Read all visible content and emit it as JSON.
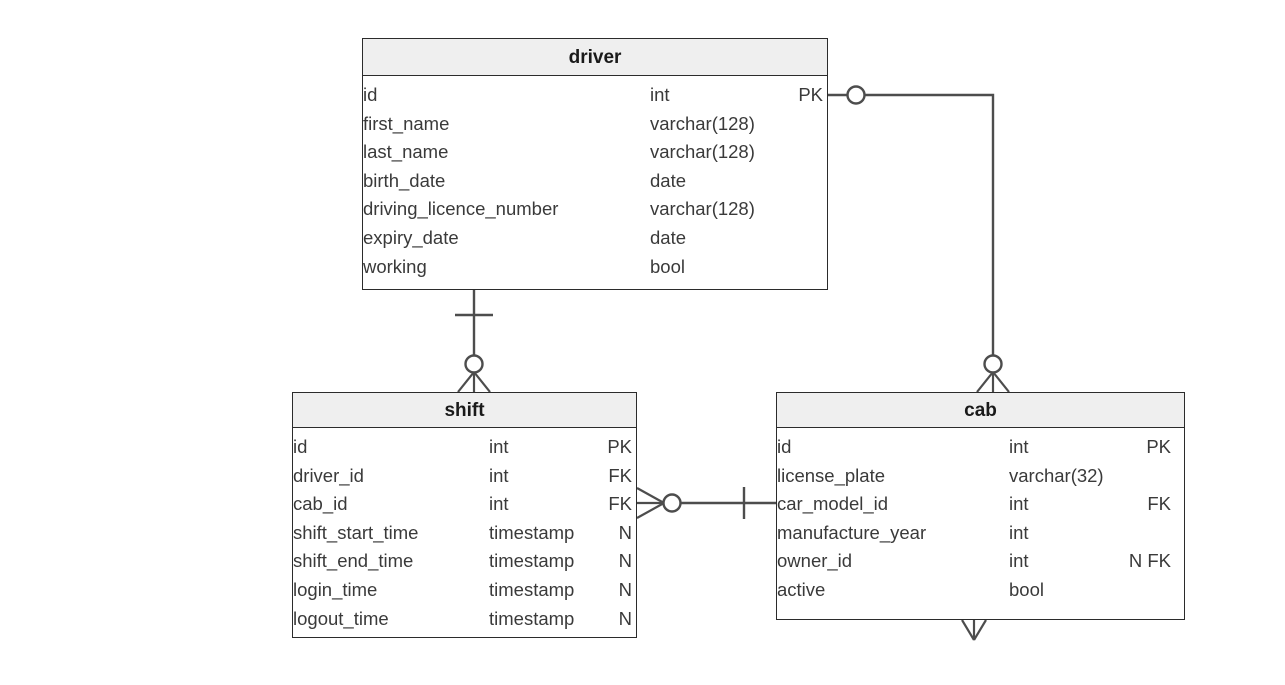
{
  "diagram": {
    "title": "driver-shift-cab ER diagram",
    "notation": "crow-foot",
    "background_color": "#ffffff",
    "header_fill": "#efefef",
    "border_color": "#2b2b2b",
    "text_color": "#3a3a3a"
  },
  "entities": {
    "driver": {
      "name": "driver",
      "attributes": [
        {
          "name": "id",
          "type": "int",
          "flag": "PK"
        },
        {
          "name": "first_name",
          "type": "varchar(128)",
          "flag": ""
        },
        {
          "name": "last_name",
          "type": "varchar(128)",
          "flag": ""
        },
        {
          "name": "birth_date",
          "type": "date",
          "flag": ""
        },
        {
          "name": "driving_licence_number",
          "type": "varchar(128)",
          "flag": ""
        },
        {
          "name": "expiry_date",
          "type": "date",
          "flag": ""
        },
        {
          "name": "working",
          "type": "bool",
          "flag": ""
        }
      ]
    },
    "shift": {
      "name": "shift",
      "attributes": [
        {
          "name": "id",
          "type": "int",
          "flag": "PK"
        },
        {
          "name": "driver_id",
          "type": "int",
          "flag": "FK"
        },
        {
          "name": "cab_id",
          "type": "int",
          "flag": "FK"
        },
        {
          "name": "shift_start_time",
          "type": "timestamp",
          "flag": "N"
        },
        {
          "name": "shift_end_time",
          "type": "timestamp",
          "flag": "N"
        },
        {
          "name": "login_time",
          "type": "timestamp",
          "flag": "N"
        },
        {
          "name": "logout_time",
          "type": "timestamp",
          "flag": "N"
        }
      ]
    },
    "cab": {
      "name": "cab",
      "attributes": [
        {
          "name": "id",
          "type": "int",
          "flag": "PK"
        },
        {
          "name": "license_plate",
          "type": "varchar(32)",
          "flag": ""
        },
        {
          "name": "car_model_id",
          "type": "int",
          "flag": "FK"
        },
        {
          "name": "manufacture_year",
          "type": "int",
          "flag": ""
        },
        {
          "name": "owner_id",
          "type": "int",
          "flag": "N FK"
        },
        {
          "name": "active",
          "type": "bool",
          "flag": ""
        }
      ]
    }
  },
  "relationships": [
    {
      "id": "driver-shift",
      "from": "driver",
      "to": "shift",
      "from_cardinality": "one",
      "to_cardinality": "zero-or-many"
    },
    {
      "id": "driver-cab",
      "from": "driver",
      "to": "cab",
      "from_cardinality": "zero-or-one",
      "to_cardinality": "zero-or-many"
    },
    {
      "id": "shift-cab",
      "from": "shift",
      "to": "cab",
      "from_cardinality": "zero-or-many",
      "to_cardinality": "one"
    },
    {
      "id": "cab-offscreen",
      "from": "cab",
      "to": "",
      "from_cardinality": "many",
      "to_cardinality": ""
    }
  ]
}
